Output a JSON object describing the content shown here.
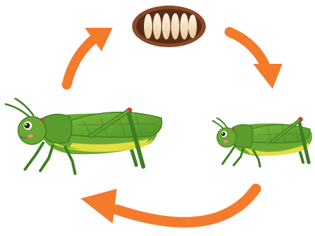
{
  "diagram": {
    "type": "life-cycle",
    "stages": [
      {
        "id": "egg-pod",
        "icon": "egg-pod-icon"
      },
      {
        "id": "nymph",
        "icon": "grasshopper-nymph-icon"
      },
      {
        "id": "adult",
        "icon": "grasshopper-adult-icon"
      }
    ],
    "cycle_order": [
      "egg-pod",
      "nymph",
      "adult",
      "egg-pod"
    ],
    "arrow_direction": "clockwise",
    "colors": {
      "arrow": "#f47a2c",
      "body_green": "#6aa832",
      "body_dark_green": "#3f7d22",
      "belly_yellow": "#e3de43",
      "eye_red": "#d8343f",
      "pod_shell": "#8a4a2a",
      "pod_inner": "#5a2c18",
      "egg_cream": "#f6e4c8"
    }
  }
}
